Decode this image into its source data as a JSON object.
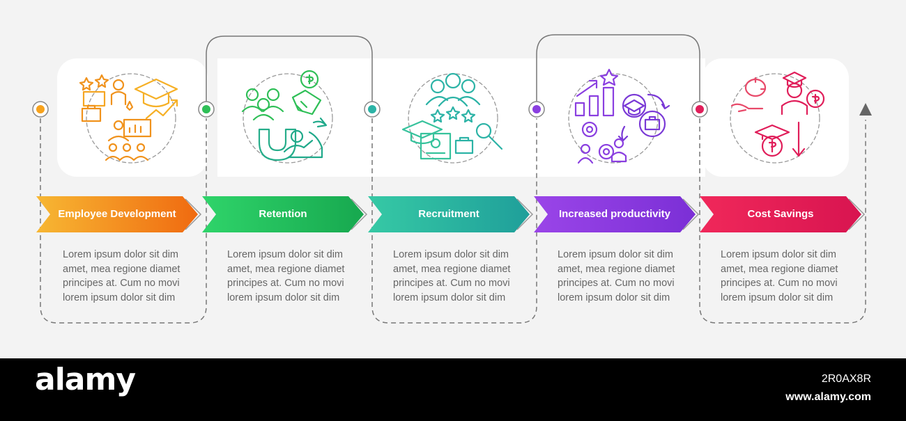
{
  "steps": [
    {
      "title": "Employee Development",
      "description": "Lorem ipsum dolor sit dim amet, mea regione diamet principes at. Cum no movi lorem ipsum dolor sit dim",
      "color": "#f58a12",
      "icon": "employee-development-icon"
    },
    {
      "title": "Retention",
      "description": "Lorem ipsum dolor sit dim amet, mea regione diamet principes at. Cum no movi lorem ipsum dolor sit dim",
      "color": "#2fbf57",
      "icon": "retention-icon"
    },
    {
      "title": "Recruitment",
      "description": "Lorem ipsum dolor sit dim amet, mea regione diamet principes at. Cum no movi lorem ipsum dolor sit dim",
      "color": "#2cb3a6",
      "icon": "recruitment-icon"
    },
    {
      "title": "Increased productivity",
      "description": "Lorem ipsum dolor sit dim amet, mea regione diamet principes at. Cum no movi lorem ipsum dolor sit dim",
      "color": "#8a3fe0",
      "icon": "productivity-icon"
    },
    {
      "title": "Cost Savings",
      "description": "Lorem ipsum dolor sit dim amet, mea regione diamet principes at. Cum no movi lorem ipsum dolor sit dim",
      "color": "#e01e5a",
      "icon": "cost-savings-icon"
    }
  ],
  "watermark": {
    "brand": "alamy",
    "image_id": "2R0AX8R",
    "url": "www.alamy.com"
  }
}
